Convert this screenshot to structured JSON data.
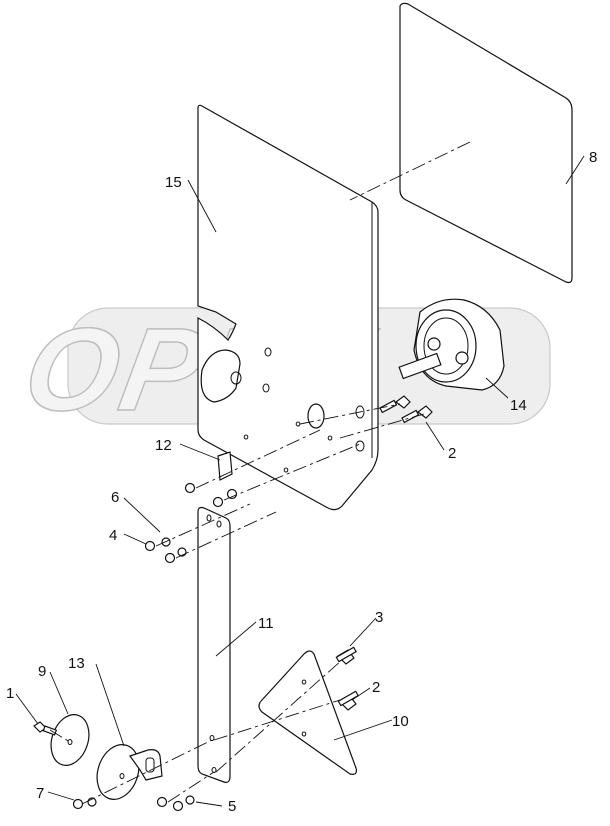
{
  "watermark": {
    "text": "OPEX"
  },
  "callouts": [
    {
      "id": "c1",
      "label": "1"
    },
    {
      "id": "c2a",
      "label": "2"
    },
    {
      "id": "c2b",
      "label": "2"
    },
    {
      "id": "c3",
      "label": "3"
    },
    {
      "id": "c4",
      "label": "4"
    },
    {
      "id": "c5",
      "label": "5"
    },
    {
      "id": "c6",
      "label": "6"
    },
    {
      "id": "c7",
      "label": "7"
    },
    {
      "id": "c8",
      "label": "8"
    },
    {
      "id": "c9",
      "label": "9"
    },
    {
      "id": "c10",
      "label": "10"
    },
    {
      "id": "c11",
      "label": "11"
    },
    {
      "id": "c12",
      "label": "12"
    },
    {
      "id": "c13",
      "label": "13"
    },
    {
      "id": "c14",
      "label": "14"
    },
    {
      "id": "c15",
      "label": "15"
    }
  ]
}
